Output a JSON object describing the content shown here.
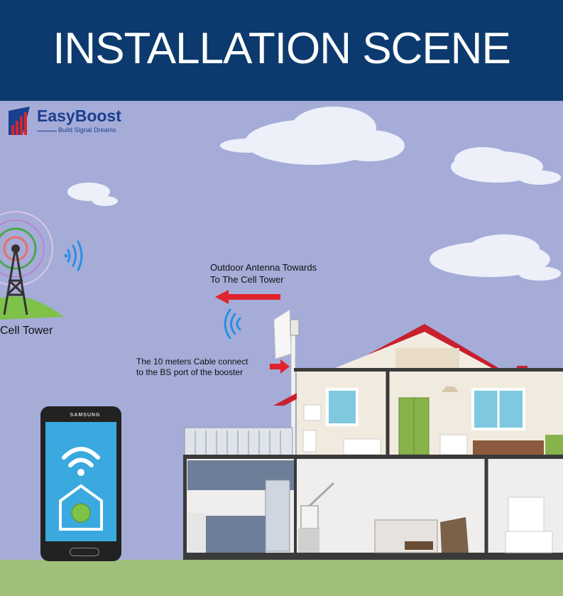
{
  "banner": {
    "title": "INSTALLATION SCENE"
  },
  "logo": {
    "name": "EasyBoost",
    "tagline": "Build Signal Dreams"
  },
  "labels": {
    "antenna_line1": "Outdoor Antenna Towards",
    "antenna_line2": "To The Cell Tower",
    "cable_line1": "The 10 meters Cable connect",
    "cable_line2": "to the BS port of the booster",
    "tower": "Cell Tower"
  },
  "phone": {
    "brand": "SAMSUNG"
  },
  "colors": {
    "banner": "#0c3a6e",
    "sky": "#a5acd8",
    "grass": "#9fbf7a",
    "roof": "#c8202d",
    "arrow": "#e0232c",
    "signal": "#2a8fe0",
    "brand": "#1b3f8f"
  }
}
